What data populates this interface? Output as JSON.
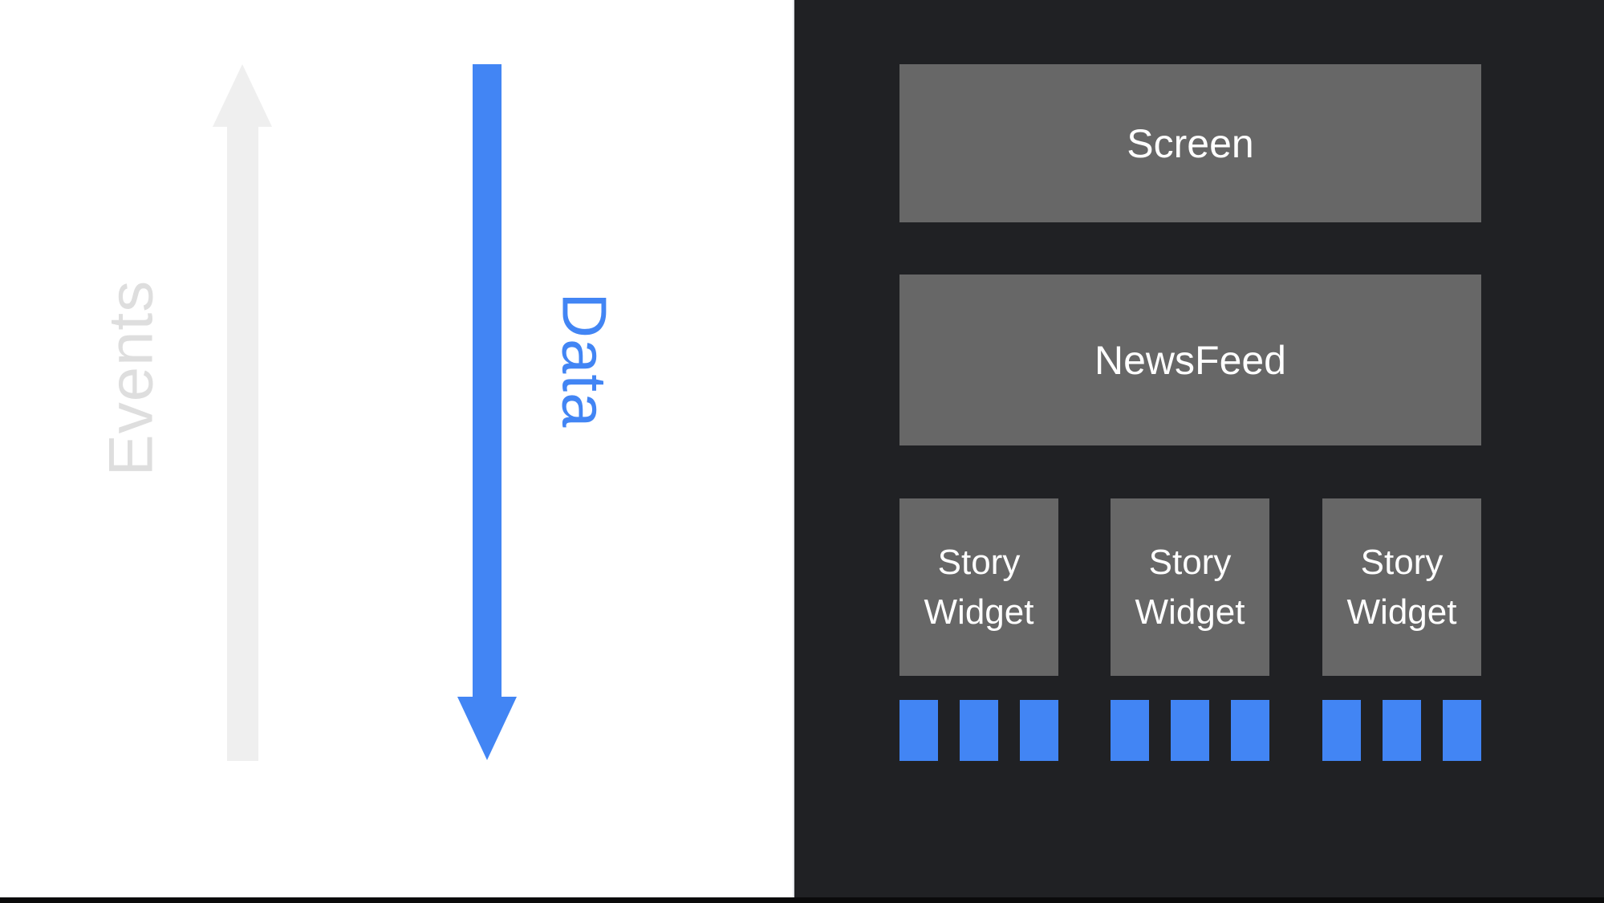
{
  "left_panel": {
    "events_label": "Events",
    "data_label": "Data",
    "colors": {
      "background": "#ffffff",
      "events_arrow": "#efefef",
      "events_text": "#dedede",
      "data_arrow": "#4285f4",
      "data_text": "#4285f4"
    },
    "events_arrow_direction": "up",
    "data_arrow_direction": "down"
  },
  "right_panel": {
    "background": "#202124",
    "box_color": "#676767",
    "box_text_color": "#ffffff",
    "screen_label": "Screen",
    "newsfeed_label": "NewsFeed",
    "story_widgets": [
      {
        "label": "Story Widget",
        "data_squares": 3
      },
      {
        "label": "Story Widget",
        "data_squares": 3
      },
      {
        "label": "Story Widget",
        "data_squares": 3
      }
    ],
    "square_color": "#4285f4"
  }
}
